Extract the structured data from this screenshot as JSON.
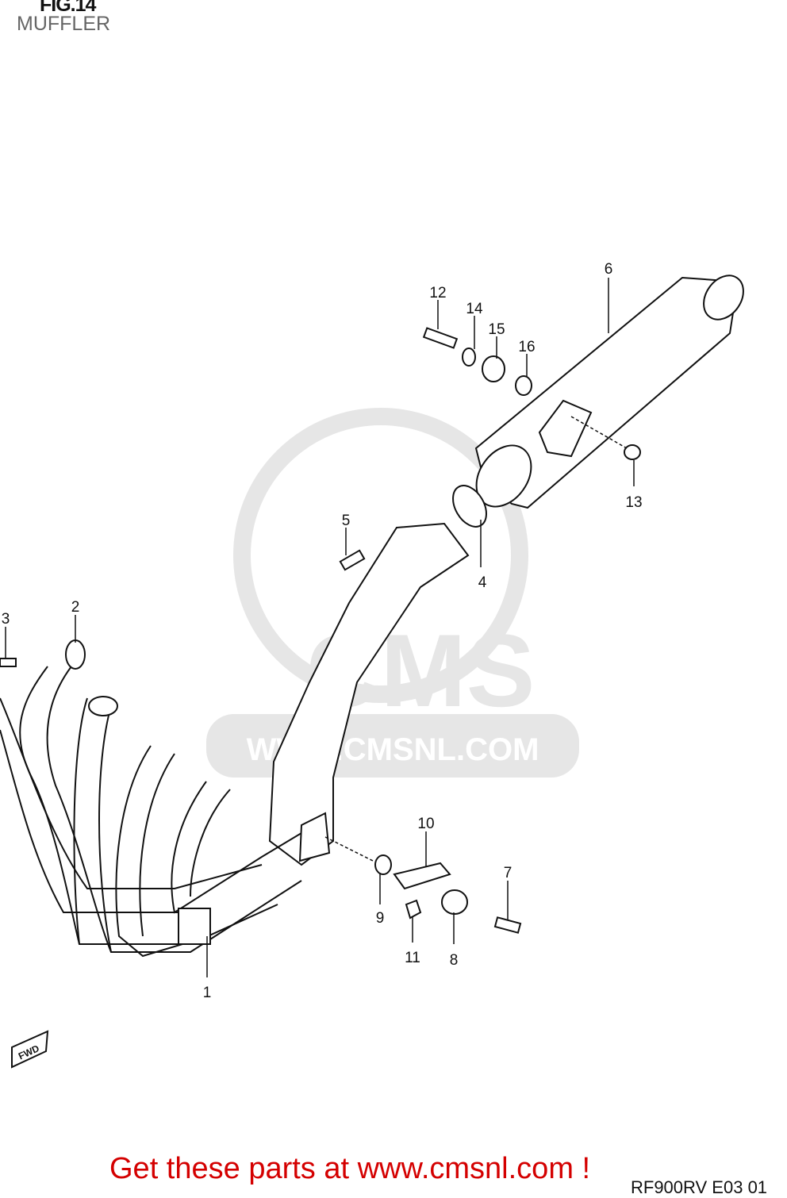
{
  "figure": {
    "number": "FIG.14",
    "title": "MUFFLER"
  },
  "callouts": [
    "1",
    "2",
    "3",
    "4",
    "5",
    "6",
    "7",
    "8",
    "9",
    "10",
    "11",
    "12",
    "13",
    "14",
    "15",
    "16"
  ],
  "watermark": {
    "text": "CMS",
    "url": "WWW.CMSNL.COM"
  },
  "direction_marker": "FWD",
  "footer": {
    "cta": "Get these parts at www.cmsnl.com !",
    "diagram_code": "RF900RV E03 01"
  },
  "colors": {
    "cta": "#d40000",
    "watermark": "#e4e4e4"
  }
}
